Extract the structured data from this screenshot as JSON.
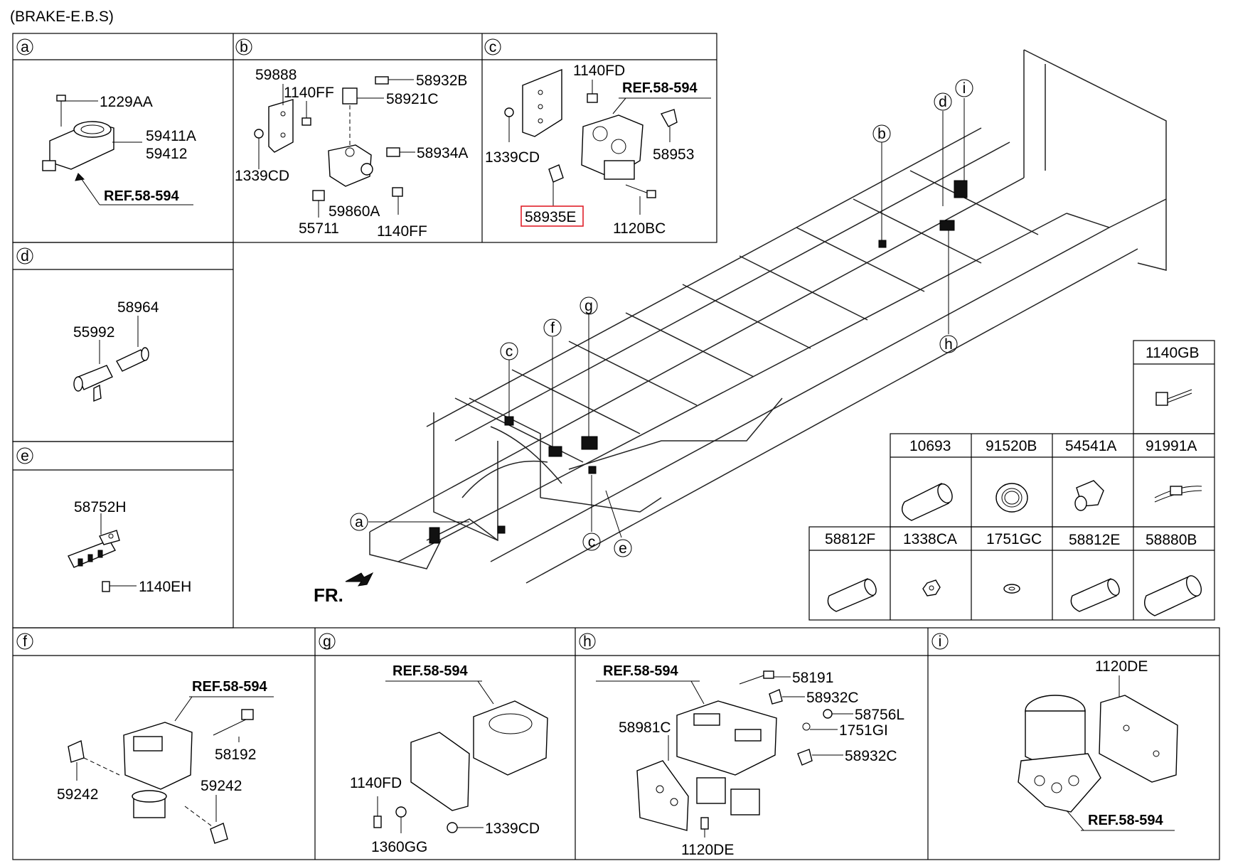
{
  "title": "(BRAKE-E.B.S)",
  "front_label": "FR.",
  "ref_label": "REF.58-594",
  "highlighted_part": "58935E",
  "sections": {
    "a": {
      "key": "a",
      "parts": [
        "1229AA",
        "59411A",
        "59412"
      ]
    },
    "b": {
      "key": "b",
      "parts": [
        "59888",
        "1140FF",
        "58932B",
        "58921C",
        "1339CD",
        "58934A",
        "59860A",
        "55711",
        "1140FF"
      ]
    },
    "c": {
      "key": "c",
      "parts": [
        "1140FD",
        "1339CD",
        "58953",
        "58935E",
        "1120BC"
      ]
    },
    "d": {
      "key": "d",
      "parts": [
        "58964",
        "55992"
      ]
    },
    "e": {
      "key": "e",
      "parts": [
        "58752H",
        "1140EH"
      ]
    },
    "f": {
      "key": "f",
      "parts": [
        "58192",
        "59242",
        "59242"
      ]
    },
    "g": {
      "key": "g",
      "parts": [
        "1140FD",
        "1339CD",
        "1360GG"
      ]
    },
    "h": {
      "key": "h",
      "parts": [
        "58191",
        "58932C",
        "58756L",
        "58981C",
        "1751GI",
        "58932C",
        "1120DE"
      ]
    },
    "i": {
      "key": "i",
      "parts": [
        "1120DE"
      ]
    }
  },
  "parts_table": {
    "top": "1140GB",
    "row1": [
      "10693",
      "91520B",
      "54541A",
      "91991A"
    ],
    "row2": [
      "58812F",
      "1338CA",
      "1751GC",
      "58812E",
      "58880B"
    ]
  },
  "chassis_callouts": [
    "b",
    "d",
    "i",
    "h",
    "c",
    "f",
    "g",
    "a",
    "c",
    "e"
  ]
}
